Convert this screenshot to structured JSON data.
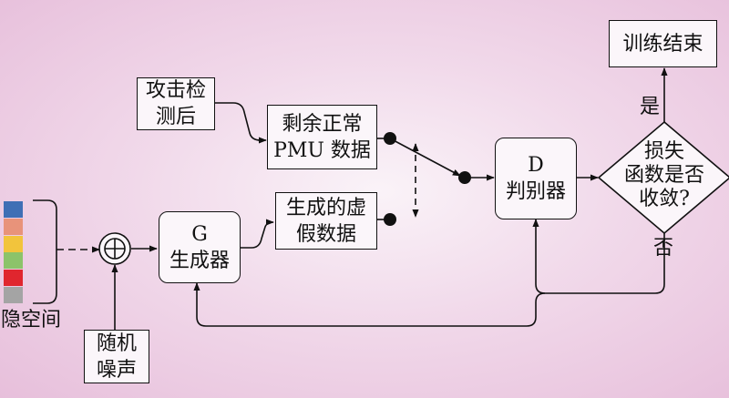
{
  "boxes": {
    "attack_line1": "攻击检",
    "attack_line2": "测后",
    "normal_line1": "剩余正常",
    "normal_line2": "PMU 数据",
    "fake_line1": "生成的虚",
    "fake_line2": "假数据",
    "gen_line1": "G",
    "gen_line2": "生成器",
    "disc_line1": "D",
    "disc_line2": "判别器",
    "end": "训练结束",
    "noise_line1": "随机",
    "noise_line2": "噪声"
  },
  "decision": {
    "line1": "损失",
    "line2": "函数是否",
    "line3": "收敛?",
    "yes": "是",
    "no": "否"
  },
  "latent": {
    "label": "隐空间",
    "colors": [
      "#3f6fb5",
      "#e8937a",
      "#f2c43c",
      "#8cc36a",
      "#e0262e",
      "#a4a4a4"
    ]
  }
}
